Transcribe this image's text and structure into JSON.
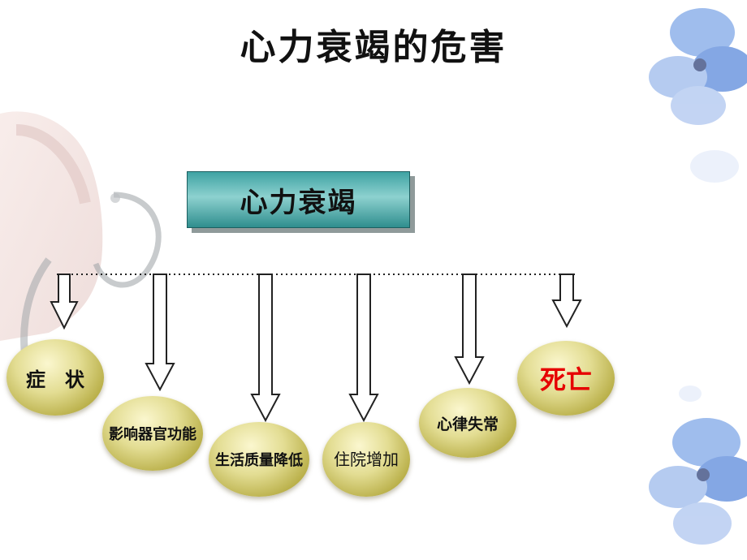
{
  "slide": {
    "title": "心力衰竭的危害"
  },
  "root": {
    "label": "心力衰竭"
  },
  "consequences": [
    {
      "label": "症　状"
    },
    {
      "label": "影响器官功能"
    },
    {
      "label": "生活质量降低"
    },
    {
      "label": "住院增加"
    },
    {
      "label": "心律失常"
    },
    {
      "label": "死亡"
    }
  ],
  "colors": {
    "root_fill": "#5cb8b6",
    "node_fill": "#e3dd93",
    "death_text": "#e60000",
    "arrow_fill": "#ffffff",
    "arrow_stroke": "#222222"
  },
  "icons": {
    "background_left": "stethoscope-hand-image",
    "background_right": "blue-flower-image"
  }
}
